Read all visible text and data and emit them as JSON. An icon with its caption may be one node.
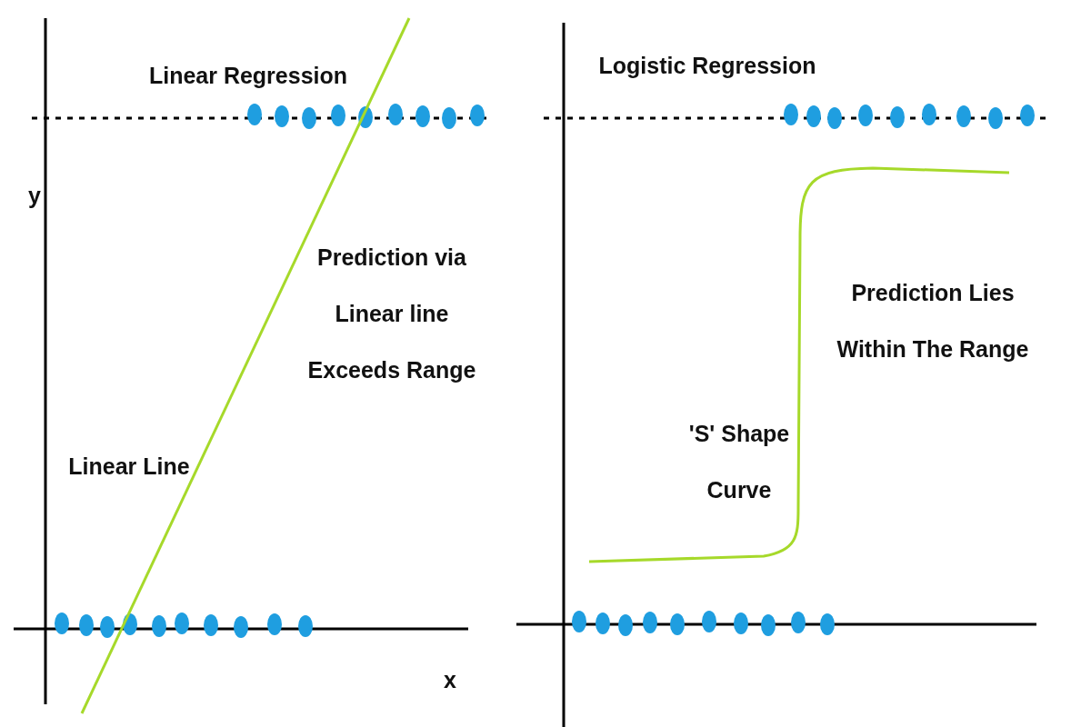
{
  "diagram": {
    "labels": [
      "Linear Regression",
      "y",
      "Prediction via Linear line Exceeds Range",
      "Linear Line",
      "x",
      "Logistic Regression",
      "Prediction Lies Within The Range",
      "'S' Shape Curve"
    ]
  }
}
